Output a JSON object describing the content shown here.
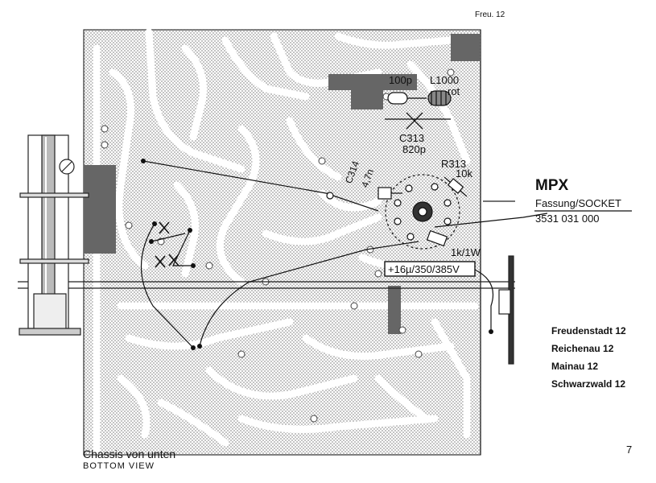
{
  "header": {
    "ref": "Freu. 12"
  },
  "parts": {
    "c100p": "100p",
    "l1000": "L1000",
    "rot": "rot",
    "c313": "C313",
    "c313_val": "820p",
    "r313": "R313",
    "r313_val": "10k",
    "c314": "C314",
    "c314_val": "4,7n",
    "r1k": "1k/1W",
    "cap": "+16µ/350/385V"
  },
  "mpx": {
    "title": "MPX",
    "line1": "Fassung/SOCKET",
    "partno": "3531 031 000"
  },
  "models": [
    "Freudenstadt 12",
    "Reichenau 12",
    "Mainau 12",
    "Schwarzwald 12"
  ],
  "footer": {
    "caption_de": "Chassis von unten",
    "caption_en": "BOTTOM VIEW",
    "page": "7"
  }
}
